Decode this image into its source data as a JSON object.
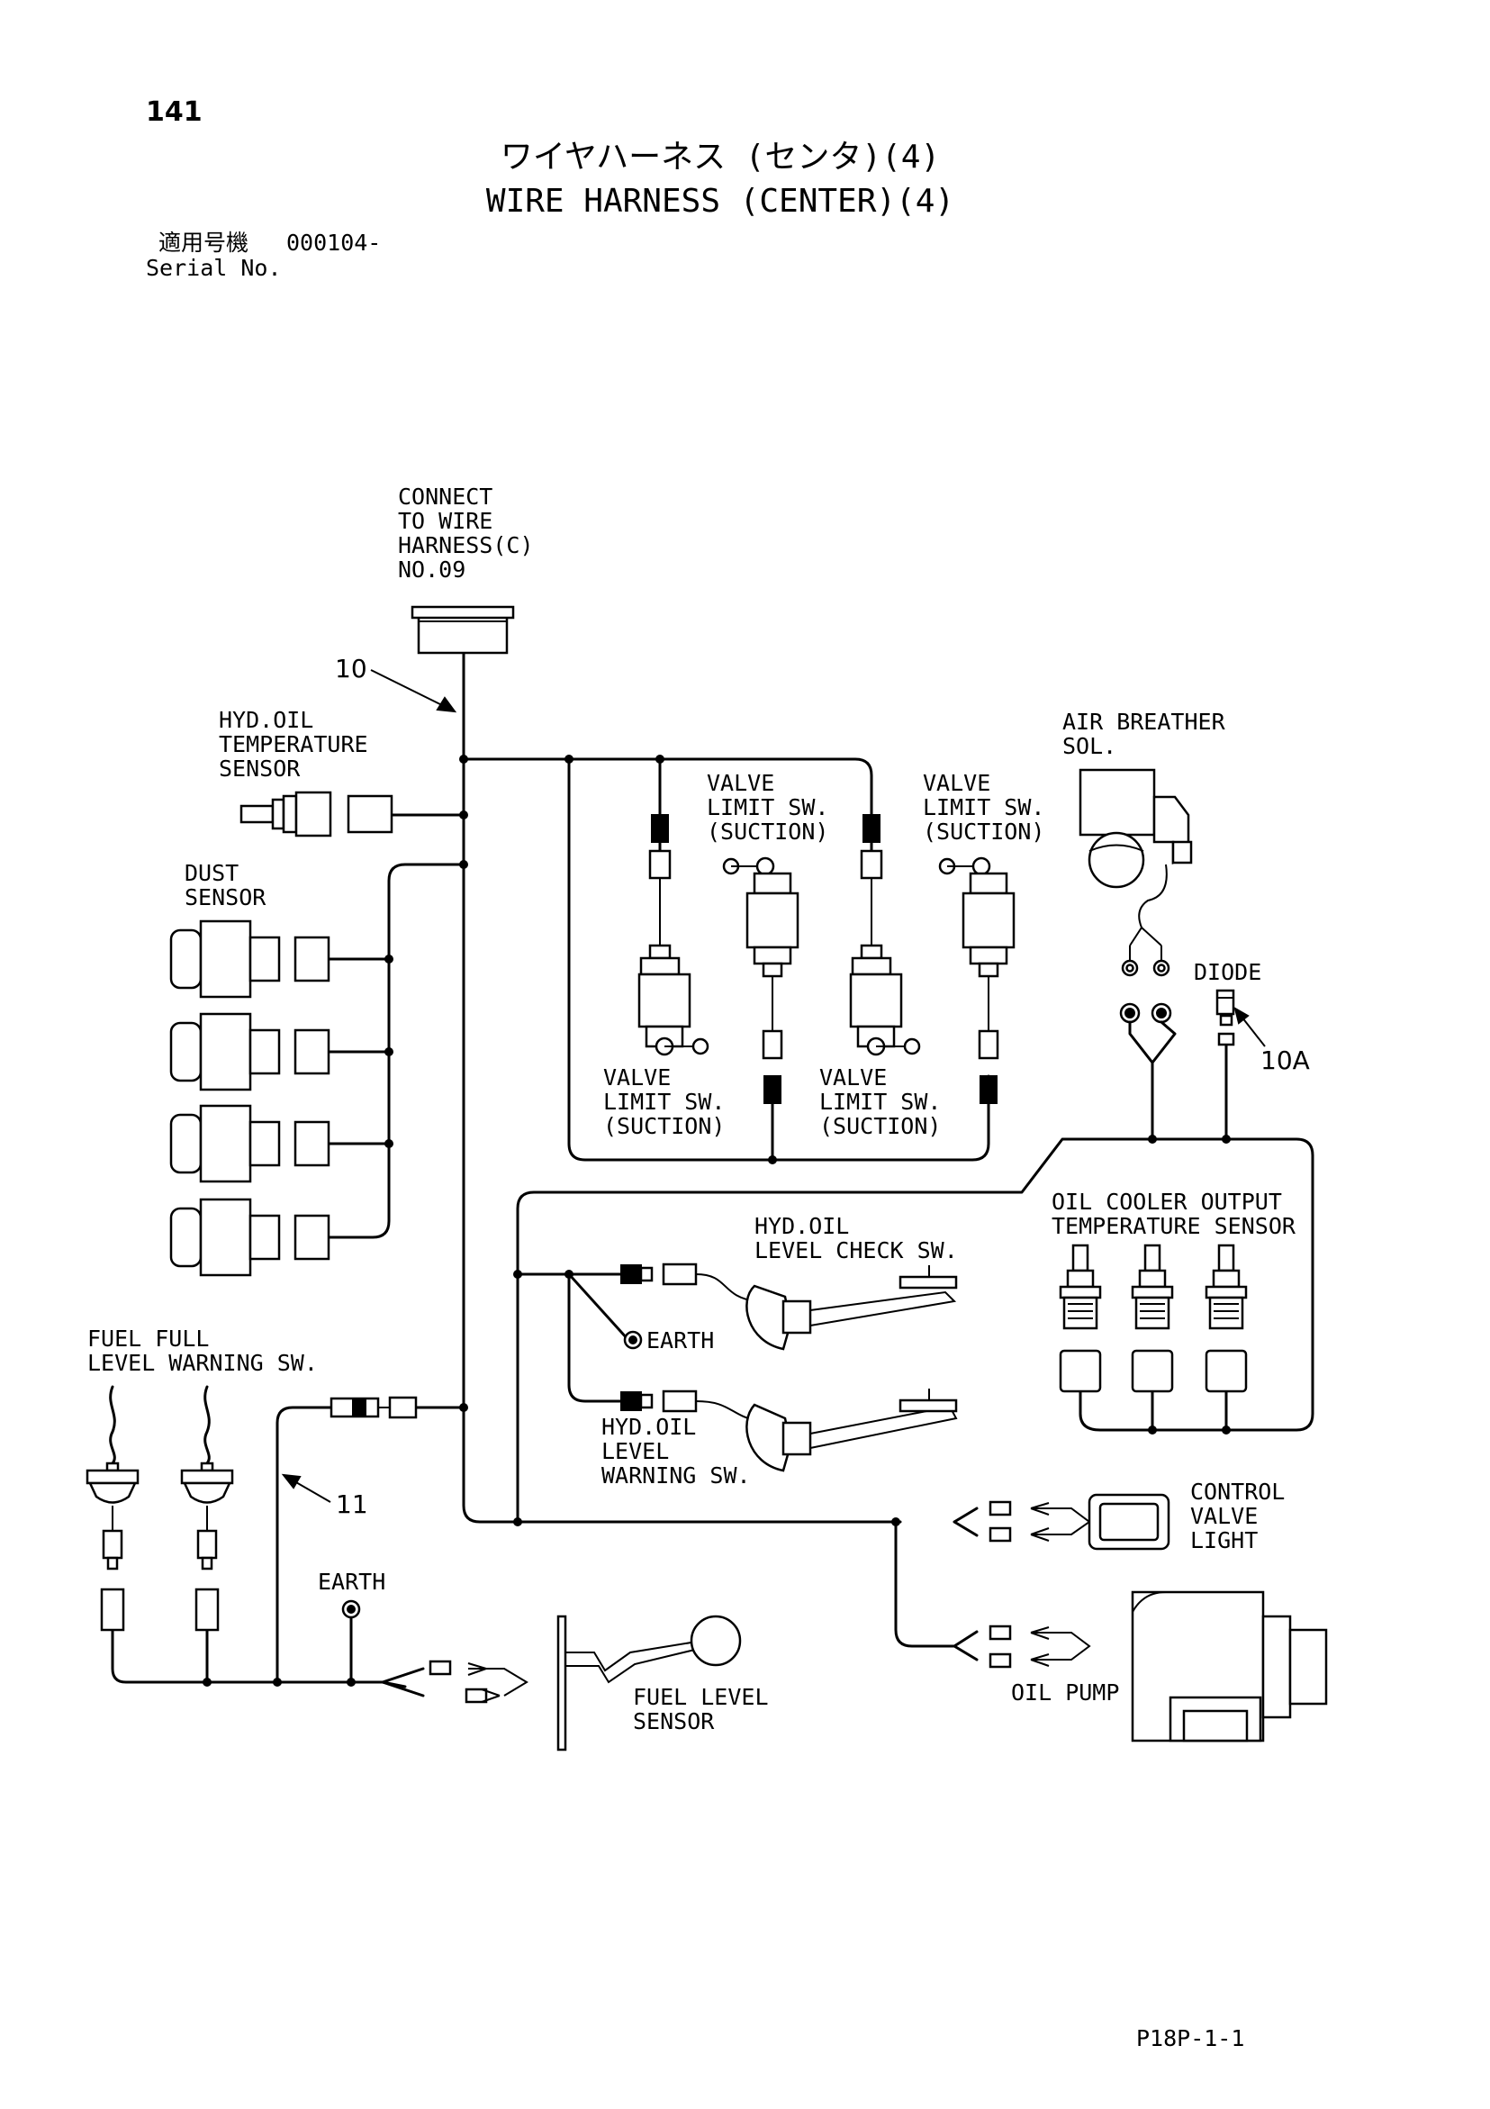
{
  "header": {
    "page_number": "141",
    "title_jp": "ワイヤハーネス (センタ)(4)",
    "title_en": "WIRE HARNESS (CENTER)(4)",
    "serial_label_jp": "適用号機",
    "serial_value": "000104-",
    "serial_label_en": "Serial No."
  },
  "labels": {
    "connect": [
      "CONNECT",
      "TO WIRE",
      "HARNESS(C)",
      "NO.09"
    ],
    "hyd_temp": [
      "HYD.OIL",
      "TEMPERATURE",
      "SENSOR"
    ],
    "dust": [
      "DUST",
      "SENSOR"
    ],
    "valve_upper_1": [
      "VALVE",
      "LIMIT SW.",
      "(SUCTION)"
    ],
    "valve_upper_2": [
      "VALVE",
      "LIMIT SW.",
      "(SUCTION)"
    ],
    "valve_lower_1": [
      "VALVE",
      "LIMIT SW.",
      "(SUCTION)"
    ],
    "valve_lower_2": [
      "VALVE",
      "LIMIT SW.",
      "(SUCTION)"
    ],
    "air_breather": [
      "AIR BREATHER",
      "SOL."
    ],
    "diode": "DIODE",
    "oil_cooler": [
      "OIL COOLER OUTPUT",
      "TEMPERATURE SENSOR"
    ],
    "hyd_level_check": [
      "HYD.OIL",
      "LEVEL CHECK SW."
    ],
    "earth_1": "EARTH",
    "hyd_level_warning": [
      "HYD.OIL",
      "LEVEL",
      "WARNING SW."
    ],
    "fuel_full": [
      "FUEL FULL",
      "LEVEL WARNING SW."
    ],
    "earth_2": "EARTH",
    "fuel_level": [
      "FUEL LEVEL",
      "SENSOR"
    ],
    "control_valve_light": [
      "CONTROL",
      "VALVE",
      "LIGHT"
    ],
    "oil_pump": "OIL PUMP"
  },
  "callouts": {
    "c10": "10",
    "c10a": "10A",
    "c11": "11"
  },
  "footer": {
    "code": "P18P-1-1"
  },
  "colors": {
    "ink": "#000000",
    "paper": "#ffffff"
  }
}
